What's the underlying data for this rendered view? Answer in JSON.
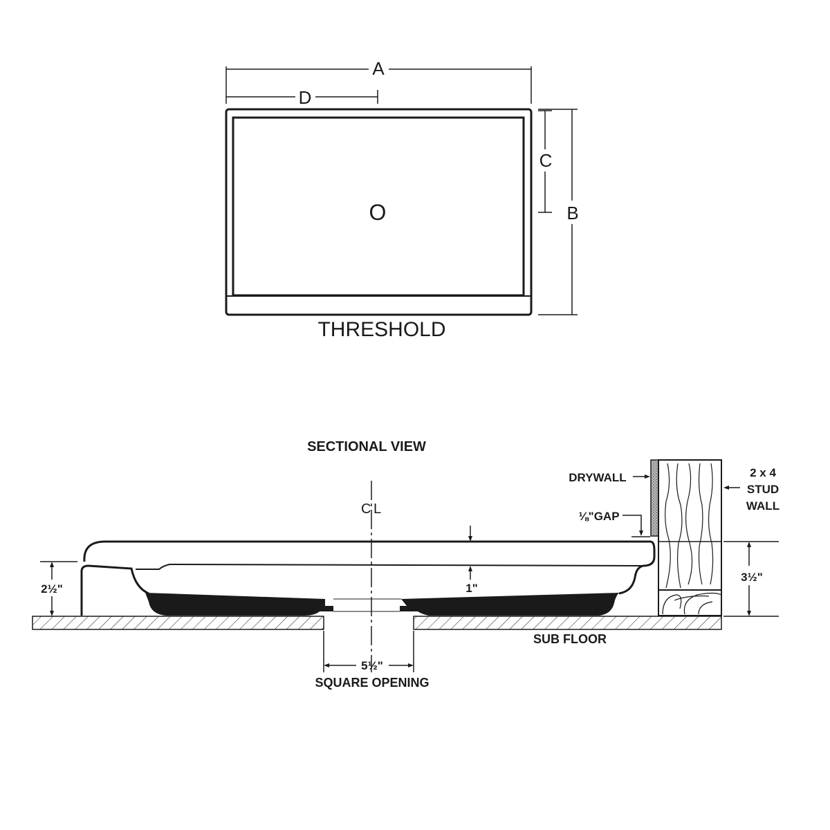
{
  "plan_view": {
    "dim_a": "A",
    "dim_b": "B",
    "dim_c": "C",
    "dim_d": "D",
    "drain": "O",
    "threshold": "THRESHOLD"
  },
  "sectional_view": {
    "title": "SECTIONAL VIEW",
    "centerline": "CL",
    "centerline_c": "C",
    "centerline_l": "L",
    "drywall": "DRYWALL",
    "gap": "⅛\"GAP",
    "stud_wall": [
      "2 x 4",
      "STUD",
      "WALL"
    ],
    "lip_height": "1\"",
    "threshold_height": "2½\"",
    "stud_height": "3½\"",
    "opening_size": "5½\"",
    "opening_label": "SQUARE OPENING",
    "sub_floor": "SUB FLOOR"
  },
  "colors": {
    "ink": "#1a1a1a",
    "drywall": "#9a9a9a"
  }
}
